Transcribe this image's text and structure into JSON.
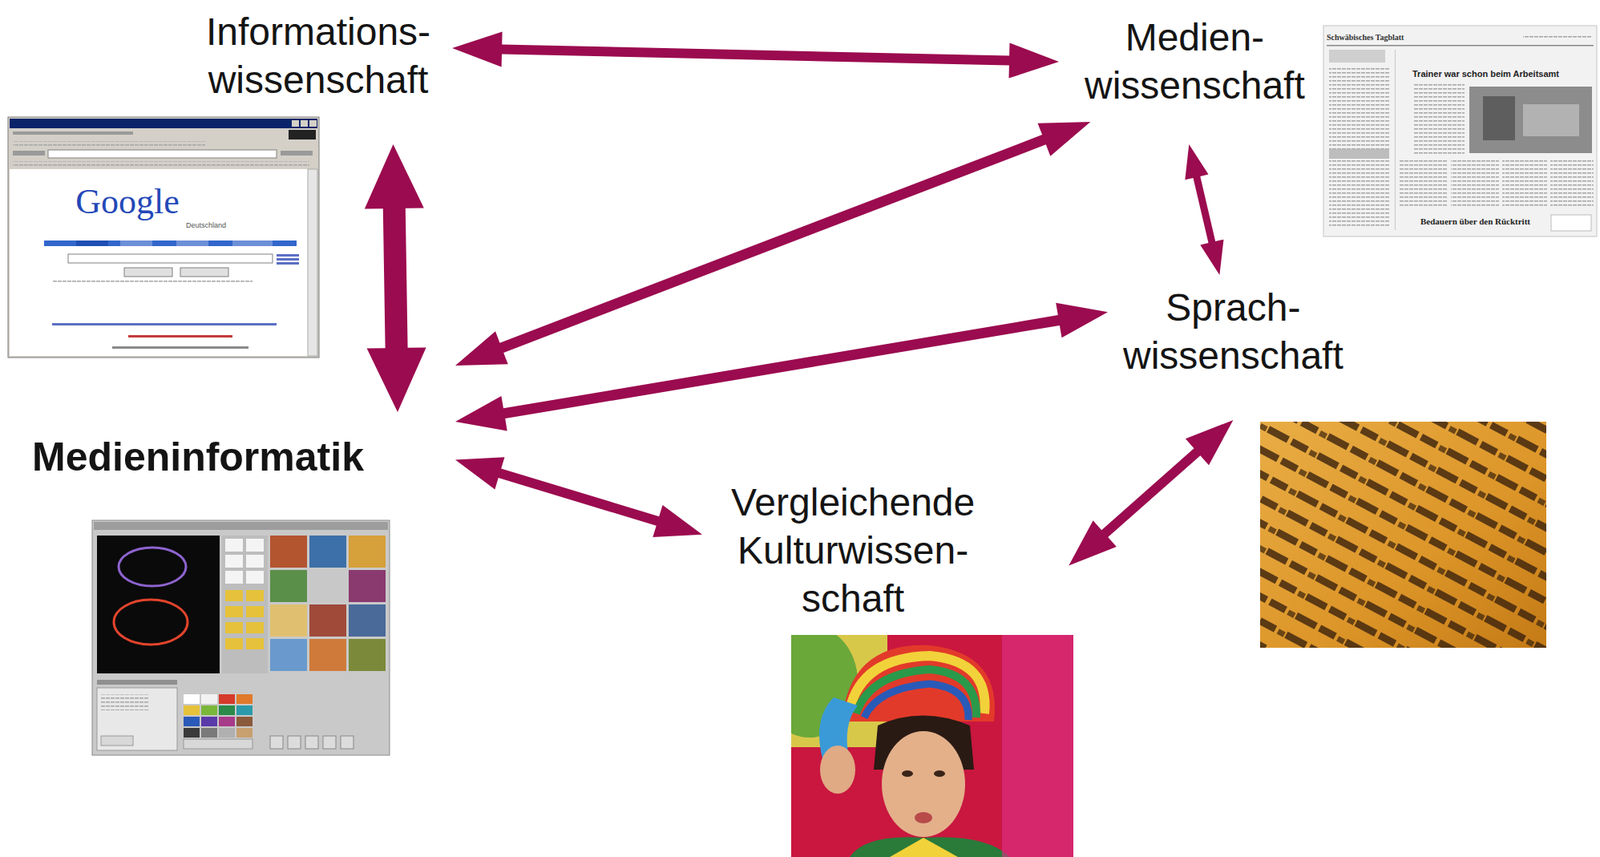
{
  "diagram": {
    "nodes": [
      {
        "text": [
          "Informations- wissenschaft"
        ]
      },
      {
        "text": [
          "Medien- wissenschaft"
        ]
      },
      {
        "text": [
          "Sprach- wissenschaft"
        ]
      },
      {
        "text": [
          "Medieninformatik"
        ]
      },
      {
        "text": [
          "Vergleichende Kulturwissen- schaft"
        ]
      }
    ],
    "edges": [
      {
        "from": 0,
        "to": 1,
        "arrow": "both"
      },
      {
        "from": 0,
        "to": 3,
        "arrow": "both"
      },
      {
        "from": 1,
        "to": 3,
        "arrow": "both"
      },
      {
        "from": 1,
        "to": 2,
        "arrow": "both"
      },
      {
        "from": 2,
        "to": 3,
        "arrow": "both"
      },
      {
        "from": 3,
        "to": 4,
        "arrow": "both"
      },
      {
        "from": 4,
        "to": 2,
        "arrow": "both"
      }
    ],
    "labels": [
      "Google",
      "Deutschland",
      "Schwäbisches Tagblatt",
      "Trainer war schon beim Arbeitsamt",
      "Bedauern über den Rücktritt"
    ]
  }
}
